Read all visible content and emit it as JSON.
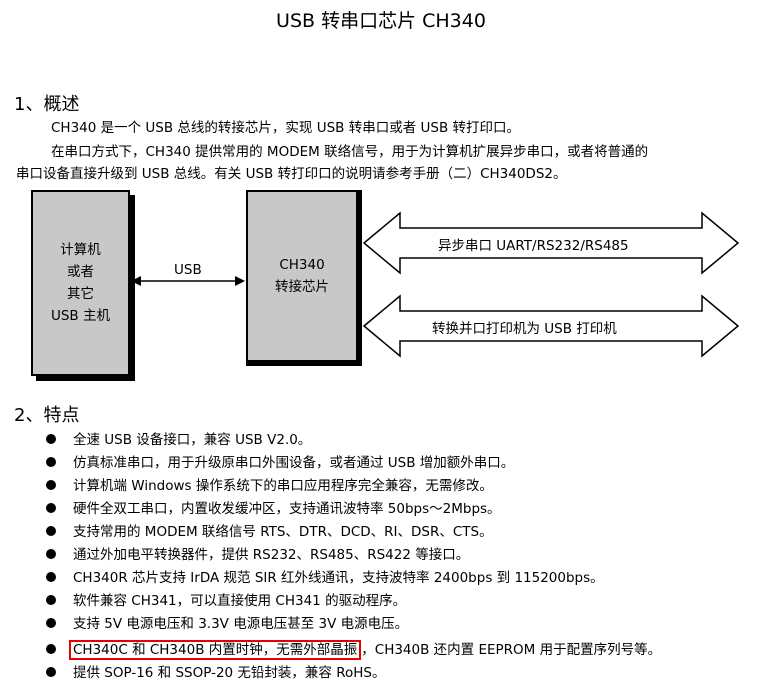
{
  "title": "USB 转串口芯片 CH340",
  "section1": {
    "heading": "1、概述",
    "p1": "CH340 是一个 USB 总线的转接芯片，实现 USB 转串口或者 USB 转打印口。",
    "p2a": "在串口方式下，CH340 提供常用的 MODEM 联络信号，用于为计算机扩展异步串口，或者将普通的",
    "p2b": "串口设备直接升级到 USB 总线。有关 USB 转打印口的说明请参考手册（二）CH340DS2。"
  },
  "diagram": {
    "host_lines": [
      "计算机",
      "或者",
      "其它",
      "USB 主机"
    ],
    "link_label": "USB",
    "chip_lines": [
      "CH340",
      "转接芯片"
    ],
    "uart_label": "异步串口 UART/RS232/RS485",
    "printer_label": "转换并口打印机为 USB 打印机"
  },
  "section2": {
    "heading": "2、特点",
    "features": [
      "全速 USB 设备接口，兼容 USB V2.0。",
      "仿真标准串口，用于升级原串口外围设备，或者通过 USB 增加额外串口。",
      "计算机端 Windows 操作系统下的串口应用程序完全兼容，无需修改。",
      "硬件全双工串口，内置收发缓冲区，支持通讯波特率 50bps～2Mbps。",
      "支持常用的 MODEM 联络信号 RTS、DTR、DCD、RI、DSR、CTS。",
      "通过外加电平转换器件，提供 RS232、RS485、RS422 等接口。",
      "CH340R 芯片支持 IrDA 规范 SIR 红外线通讯，支持波特率 2400bps 到 115200bps。",
      "软件兼容 CH341，可以直接使用 CH341 的驱动程序。",
      "支持 5V 电源电压和 3.3V 电源电压甚至 3V 电源电压。"
    ],
    "feature10_highlight": "CH340C 和 CH340B 内置时钟，无需外部晶振",
    "feature10_rest": "，CH340B 还内置 EEPROM 用于配置序列号等。",
    "feature11": "提供 SOP-16 和 SSOP-20 无铅封装，兼容 RoHS。"
  },
  "colors": {
    "box_fill": "#c8c8c8",
    "highlight_border": "#e60000"
  }
}
